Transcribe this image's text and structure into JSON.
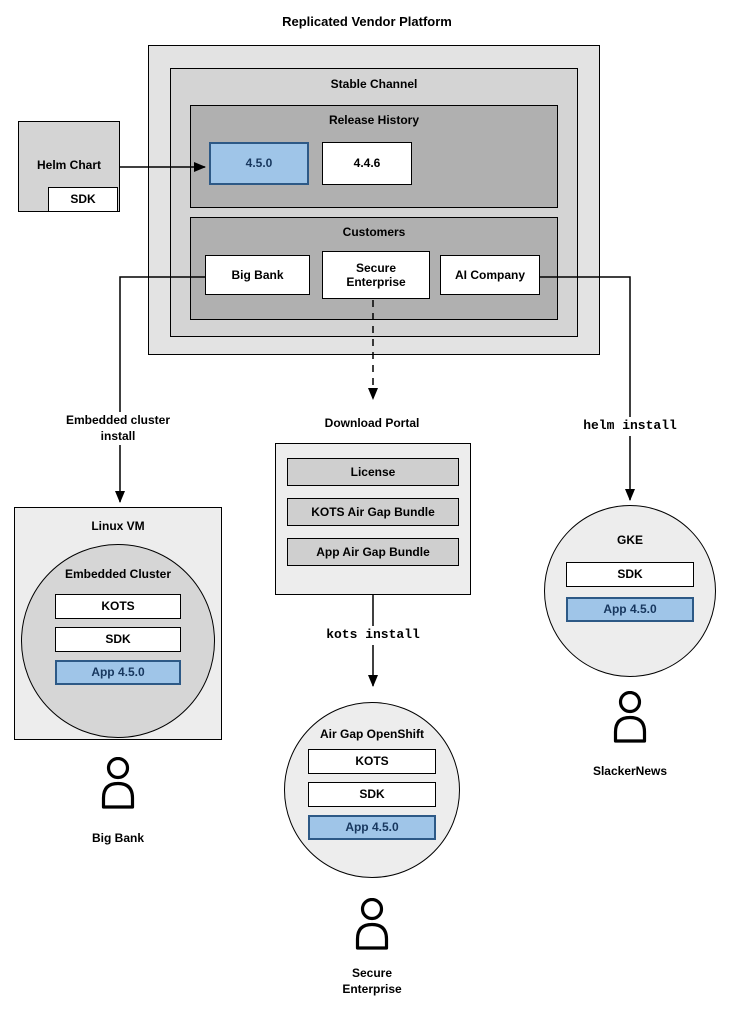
{
  "title": "Replicated Vendor Platform",
  "platform": {
    "stable_channel": {
      "label": "Stable Channel",
      "release_history": {
        "label": "Release History",
        "releases": [
          {
            "version": "4.5.0"
          },
          {
            "version": "4.4.6"
          }
        ]
      },
      "customers": {
        "label": "Customers",
        "items": [
          {
            "name": "Big Bank"
          },
          {
            "name": "Secure Enterprise"
          },
          {
            "name": "AI Company"
          }
        ]
      }
    }
  },
  "helm_chart": {
    "label": "Helm Chart",
    "sdk": "SDK"
  },
  "left_flow": {
    "edge_label": "Embedded cluster install",
    "vm_label": "Linux VM",
    "cluster_label": "Embedded Cluster",
    "components": [
      {
        "name": "KOTS"
      },
      {
        "name": "SDK"
      },
      {
        "name": "App 4.5.0"
      }
    ],
    "persona": "Big Bank"
  },
  "middle_flow": {
    "portal_label": "Download Portal",
    "portal_items": [
      {
        "name": "License"
      },
      {
        "name": "KOTS Air Gap Bundle"
      },
      {
        "name": "App Air Gap Bundle"
      }
    ],
    "command": "kots install",
    "cluster_label": "Air Gap OpenShift",
    "components": [
      {
        "name": "KOTS"
      },
      {
        "name": "SDK"
      },
      {
        "name": "App 4.5.0"
      }
    ],
    "persona": "Secure Enterprise"
  },
  "right_flow": {
    "command": "helm install",
    "cluster_label": "GKE",
    "components": [
      {
        "name": "SDK"
      },
      {
        "name": "App 4.5.0"
      }
    ],
    "persona": "SlackerNews"
  },
  "colors": {
    "highlight_fill": "#9fc5e8",
    "highlight_border": "#2d5986",
    "highlight_text": "#17375e"
  }
}
